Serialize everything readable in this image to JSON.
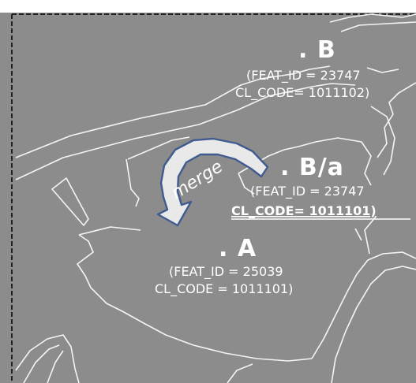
{
  "colors": {
    "background": "#8c8c8c",
    "outline": "#f4f4f4",
    "arrow_fill": "#e9e9e9",
    "arrow_stroke": "#3f5b8f"
  },
  "arrow": {
    "label": "merge"
  },
  "features": [
    {
      "id": "b",
      "name": ". B",
      "feat_id": "(FEAT_ID = 23747",
      "cl_code": "CL_CODE= 1011102)"
    },
    {
      "id": "ba",
      "name": ". B/a",
      "feat_id": "(FEAT_ID = 23747",
      "cl_code": "CL_CODE= 1011101)"
    },
    {
      "id": "a",
      "name": ". A",
      "feat_id": "(FEAT_ID = 25039",
      "cl_code": "CL_CODE = 1011101)"
    }
  ]
}
